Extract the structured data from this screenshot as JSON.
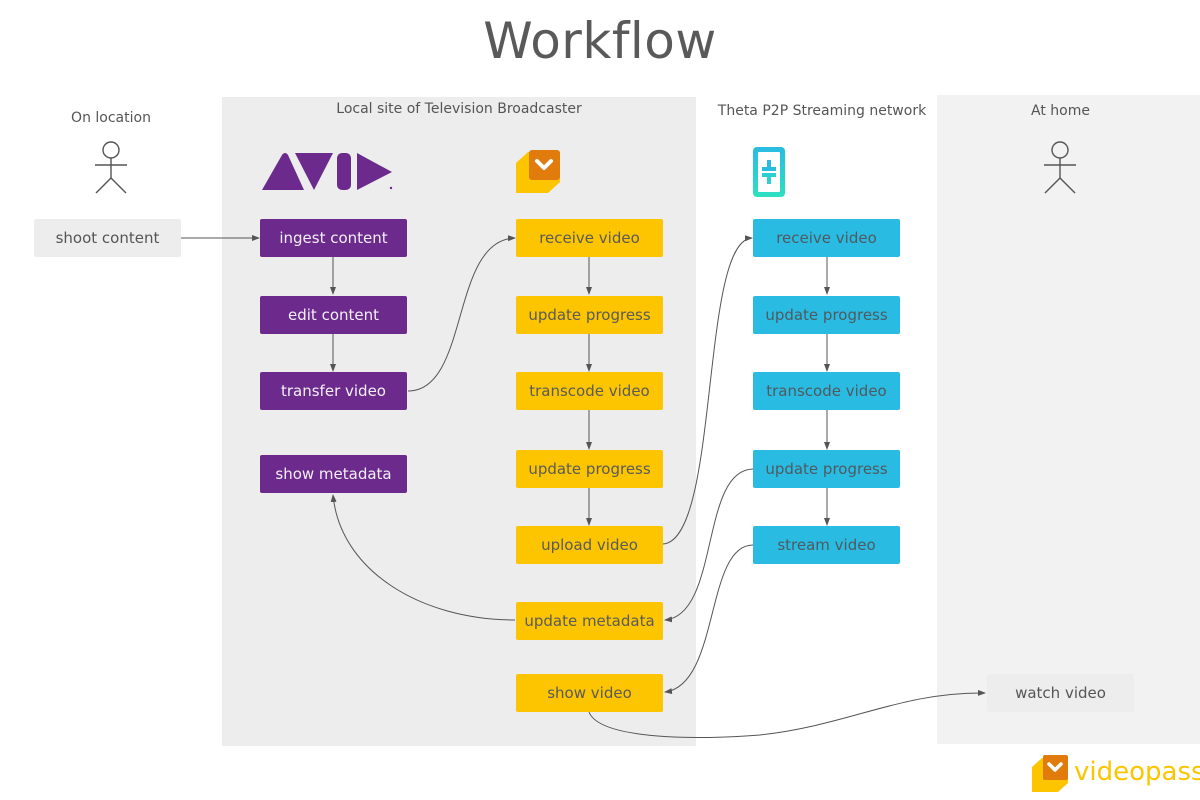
{
  "title": "Workflow",
  "lanes": {
    "location": {
      "label": "On location"
    },
    "broadcaster": {
      "label": "Local site of Television Broadcaster"
    },
    "theta": {
      "label": "Theta P2P Streaming network"
    },
    "home": {
      "label": "At home"
    }
  },
  "colors": {
    "avid_purple": "#6b2a8c",
    "videopass_yellow": "#fcc500",
    "videopass_orange": "#e07b0c",
    "theta_blue": "#2abbe2",
    "neutral_grey": "#ededed",
    "arrow": "#555555"
  },
  "logos": {
    "avid": "avid-logo",
    "videopass": "videopass-logo",
    "theta": "theta-logo"
  },
  "nodes": {
    "location": [
      "shoot content"
    ],
    "avid": [
      "ingest content",
      "edit content",
      "transfer video",
      "show metadata"
    ],
    "videopass": [
      "receive video",
      "update progress",
      "transcode video",
      "update progress",
      "upload video",
      "update metadata",
      "show video"
    ],
    "theta": [
      "receive video",
      "update progress",
      "transcode video",
      "update progress",
      "stream video"
    ],
    "home": [
      "watch video"
    ]
  },
  "edges": [
    [
      "shoot content",
      "ingest content"
    ],
    [
      "ingest content",
      "edit content"
    ],
    [
      "edit content",
      "transfer video"
    ],
    [
      "transfer video",
      "videopass: receive video"
    ],
    [
      "videopass: receive video",
      "videopass: update progress"
    ],
    [
      "videopass: update progress",
      "transcode video"
    ],
    [
      "transcode video",
      "videopass: update progress (2)"
    ],
    [
      "videopass: update progress (2)",
      "upload video"
    ],
    [
      "upload video",
      "theta: receive video"
    ],
    [
      "theta: receive video",
      "theta: update progress"
    ],
    [
      "theta: update progress",
      "theta: transcode video"
    ],
    [
      "theta: transcode video",
      "theta: update progress (2)"
    ],
    [
      "theta: update progress (2)",
      "stream video"
    ],
    [
      "theta: update progress (2)",
      "update metadata"
    ],
    [
      "update metadata",
      "show metadata"
    ],
    [
      "stream video",
      "show video"
    ],
    [
      "show video",
      "watch video"
    ]
  ],
  "footer": {
    "brand": "videopass"
  }
}
